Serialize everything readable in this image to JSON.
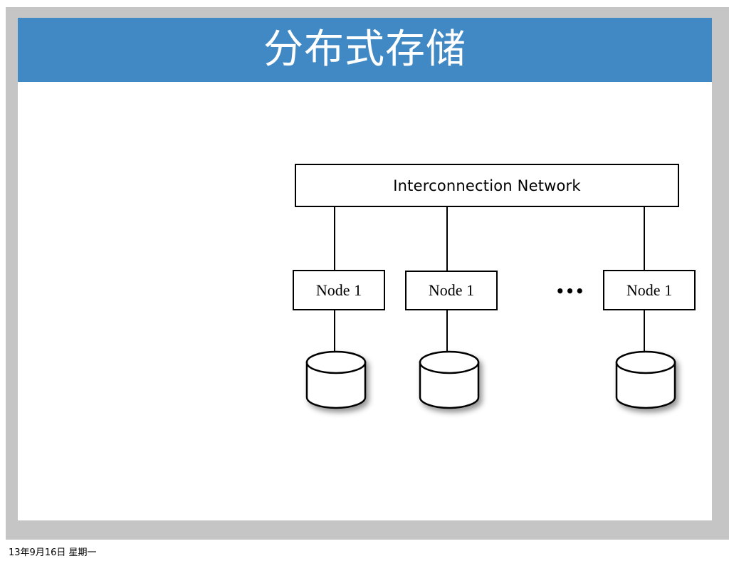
{
  "slide": {
    "title": "分布式存储",
    "footer_date": "13年9月16日 星期一",
    "title_band_color": "#4189c4",
    "backdrop_color": "#c5c5c5",
    "canvas_color": "#ffffff",
    "title_color": "#ffffff",
    "stroke_color": "#000000"
  },
  "diagram": {
    "network_box": {
      "label": "Interconnection Network"
    },
    "ellipsis": "•••",
    "nodes": [
      {
        "label": "Node 1",
        "storage": "disk-cylinder"
      },
      {
        "label": "Node 1",
        "storage": "disk-cylinder"
      },
      {
        "label": "Node 1",
        "storage": "disk-cylinder"
      }
    ]
  }
}
